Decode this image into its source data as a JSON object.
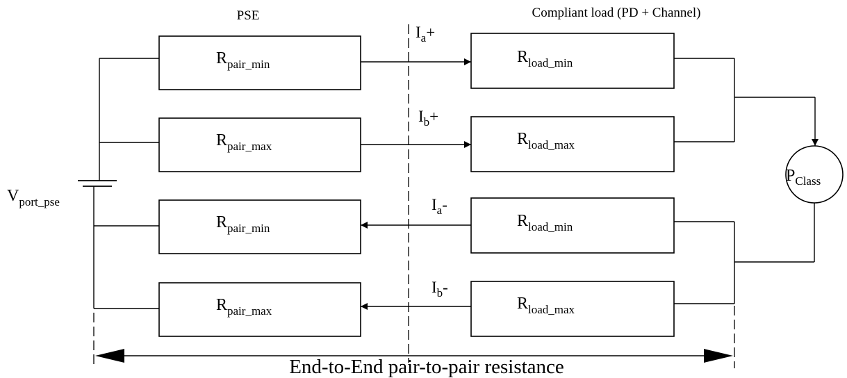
{
  "headers": {
    "pse": "PSE",
    "load": "Compliant load (PD + Channel)"
  },
  "pse_boxes": [
    {
      "main": "R",
      "sub": "pair_min"
    },
    {
      "main": "R",
      "sub": "pair_max"
    },
    {
      "main": "R",
      "sub": "pair_min"
    },
    {
      "main": "R",
      "sub": "pair_max"
    }
  ],
  "load_boxes": [
    {
      "main": "R",
      "sub": "load_min"
    },
    {
      "main": "R",
      "sub": "load_max"
    },
    {
      "main": "R",
      "sub": "load_min"
    },
    {
      "main": "R",
      "sub": "load_max"
    }
  ],
  "currents": [
    {
      "main": "I",
      "sub": "a",
      "sign": "+"
    },
    {
      "main": "I",
      "sub": "b",
      "sign": "+"
    },
    {
      "main": "I",
      "sub": "a",
      "sign": "-"
    },
    {
      "main": "I",
      "sub": "b",
      "sign": "-"
    }
  ],
  "source": {
    "main": "V",
    "sub": "port_pse"
  },
  "pclass": {
    "main": "P",
    "sub": "Class"
  },
  "bottom_label": "End-to-End pair-to-pair resistance"
}
